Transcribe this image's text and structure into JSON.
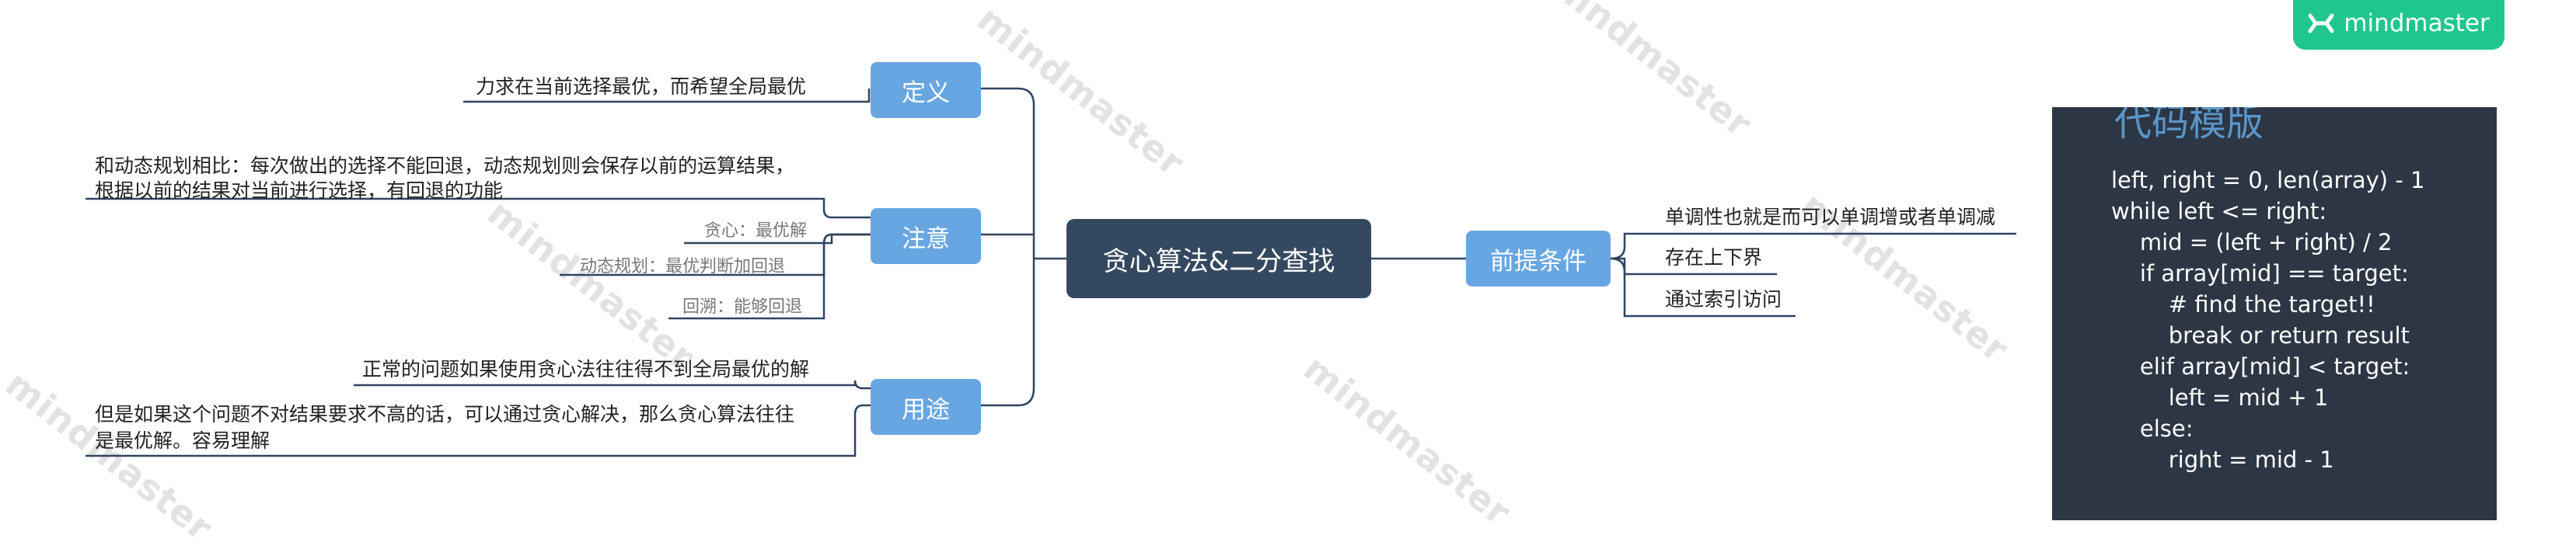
{
  "brand": {
    "name": "mindmaster",
    "watermark": "mindmaster"
  },
  "root": {
    "label": "贪心算法&二分查找"
  },
  "branches": {
    "definition": {
      "label": "定义",
      "leaves": [
        "力求在当前选择最优，而希望全局最优"
      ]
    },
    "notes": {
      "label": "注意",
      "leaves": [
        "和动态规划相比：每次做出的选择不能回退，动态规划则会保存以前的运算结果，",
        "根据以前的结果对当前进行选择，有回退的功能"
      ],
      "sub_leaves": [
        "贪心：最优解",
        "动态规划：最优判断加回退",
        "回溯：能够回退"
      ]
    },
    "usage": {
      "label": "用途",
      "leaves": [
        "正常的问题如果使用贪心法往往得不到全局最优的解",
        "但是如果这个问题不对结果要求不高的话，可以通过贪心解决，那么贪心算法往往",
        "是最优解。容易理解"
      ]
    },
    "prerequisites": {
      "label": "前提条件",
      "leaves": [
        "单调性也就是而可以单调增或者单调减",
        "存在上下界",
        "通过索引访问"
      ]
    }
  },
  "code_panel": {
    "title": "代码模版",
    "lines": [
      "left, right = 0, len(array) - 1",
      "while left <= right:",
      "    mid = (left + right) / 2",
      "    if array[mid] == target:",
      "        # find the target!!",
      "        break or return result",
      "    elif array[mid] < target:",
      "        left = mid + 1",
      "    else:",
      "        right = mid - 1"
    ]
  },
  "colors": {
    "root": "#34485f",
    "branch": "#68a6e2",
    "connector": "#2f4560",
    "code_bg": "#2c3644",
    "brand": "#1fc78d",
    "code_keyword": "#56b6f0",
    "code_operator": "#e06ca0",
    "code_number": "#b58cf0"
  }
}
